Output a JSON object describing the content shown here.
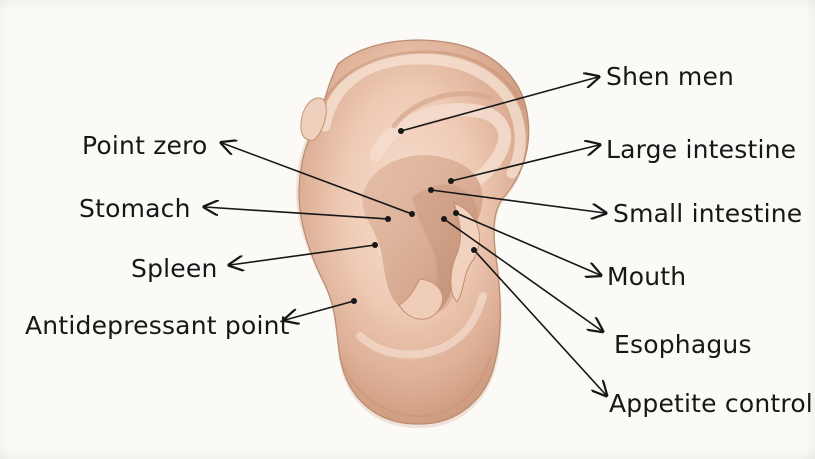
{
  "diagram": {
    "labels": {
      "shen_men": "Shen men",
      "large_intestine": "Large intestine",
      "point_zero": "Point zero",
      "stomach": "Stomach",
      "small_intestine": "Small intestine",
      "spleen": "Spleen",
      "mouth": "Mouth",
      "antidepressant_point": "Antidepressant point",
      "esophagus": "Esophagus",
      "appetite_control": "Appetite control"
    },
    "colors": {
      "ink": "#171717",
      "ear_light": "#f0d1bd",
      "ear_mid": "#ddb197",
      "ear_shadow": "#c8987b",
      "paper": "#fbfaf7"
    }
  }
}
